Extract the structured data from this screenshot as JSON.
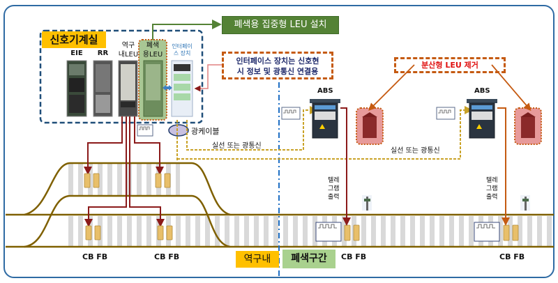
{
  "title_banner": "폐색용 집중형 LEU 설치",
  "signal_room": {
    "title": "신호기계실",
    "cabinets": [
      {
        "label": "EIE",
        "name": "eie-cabinet"
      },
      {
        "label": "RR",
        "name": "rr-cabinet"
      },
      {
        "label_line1": "역구",
        "label_line2": "내LEU",
        "name": "station-leu-cabinet"
      },
      {
        "label_line1": "폐색",
        "label_line2": "용LEU",
        "name": "block-leu-cabinet"
      },
      {
        "label_line1": "인터페이",
        "label_line2": "스 장치",
        "name": "interface-cabinet"
      }
    ]
  },
  "interface_note": {
    "line1": "인터페이스 장치는 신호현",
    "line2": "시 정보 및 광통신 연결용"
  },
  "removal_note": "분산형 LEU 제거",
  "optical_cable_label": "광케이블",
  "comm_label_1": "실선 또는 광통신",
  "comm_label_2": "실선 또는 광통신",
  "abs_labels": [
    "ABS",
    "ABS"
  ],
  "telegram_labels": [
    {
      "l1": "텔레",
      "l2": "그램",
      "l3": "출력"
    },
    {
      "l1": "텔레",
      "l2": "그램",
      "l3": "출력"
    }
  ],
  "balise_labels": [
    "CB FB",
    "CB FB",
    "CB FB",
    "CB FB"
  ],
  "zones": {
    "station": "역구내",
    "block": "폐색구간"
  },
  "colors": {
    "frame": "#2e6aa3",
    "track": "#7f6000",
    "signal_wire": "#8b1a1a",
    "leader_orange": "#c55a11",
    "comm_dashed": "#c9a227",
    "room_dashed": "#1f4e79",
    "zone_divider": "#1f6fc4",
    "banner_green": "#548235",
    "zone_station": "#ffc000",
    "zone_block": "#a9d18e"
  }
}
